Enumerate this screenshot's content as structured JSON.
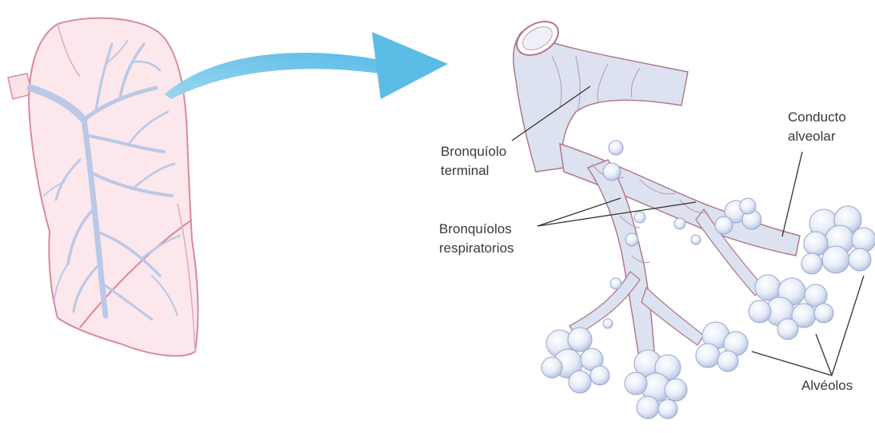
{
  "labels": {
    "terminal_bronchiole": [
      "Bronquíolo",
      "terminal"
    ],
    "alveolar_duct": [
      "Conducto",
      "alveolar"
    ],
    "respiratory_bronchioles": [
      "Bronquíolos",
      "respiratorios"
    ],
    "alveoli": "Alvéolos"
  },
  "colors": {
    "lung_fill": "#fbe7ec",
    "lung_outline": "#d88a9c",
    "airway_tree": "#b9c9e6",
    "arrow": "#6cc3e6",
    "bronchiole_fill": "#dde2f0",
    "bronchiole_outline": "#b07a8e",
    "alveolus_fill": "#e6ecf7",
    "leader_line": "#333333"
  }
}
